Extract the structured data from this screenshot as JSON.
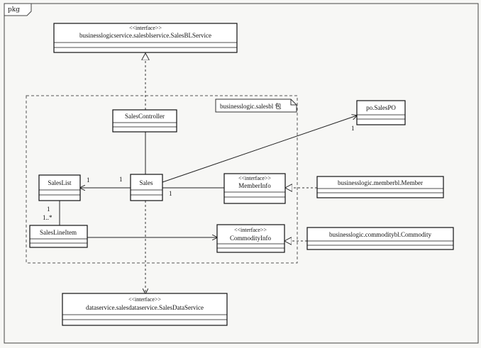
{
  "frame": {
    "label": "pkg"
  },
  "package": {
    "label": "businesslogic.salesbl 包"
  },
  "classes": {
    "sales_bl_service": {
      "stereotype": "<<interface>>",
      "name": "businesslogicservice.salesblservice.SalesBLService"
    },
    "sales_controller": {
      "name": "SalesController"
    },
    "sales_po": {
      "name": "po.SalesPO"
    },
    "sales": {
      "name": "Sales"
    },
    "sales_list": {
      "name": "SalesList"
    },
    "member_info": {
      "stereotype": "<<interface>>",
      "name": "MemberInfo"
    },
    "member": {
      "name": "businesslogic.memberbl.Member"
    },
    "sales_line_item": {
      "name": "SalesLineItem"
    },
    "commodity_info": {
      "stereotype": "<<interface>>",
      "name": "CommodityInfo"
    },
    "commodity": {
      "name": "businesslogic.commoditybl.Commodity"
    },
    "sales_data_service": {
      "stereotype": "<<interface>>",
      "name": "dataservice.salesdataservice.SalesDataService"
    }
  },
  "multiplicities": {
    "sales_to_po": "1",
    "sales_to_list_near_sales": "1",
    "sales_to_list_near_list": "1",
    "sales_to_member": "1",
    "list_to_item_near_list": "1",
    "list_to_item_near_item": "1..*"
  }
}
